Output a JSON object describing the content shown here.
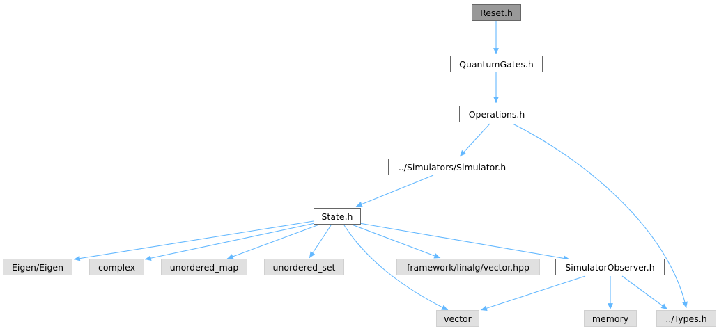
{
  "nodes": {
    "reset": "Reset.h",
    "quantum_gates": "QuantumGates.h",
    "operations": "Operations.h",
    "simulator": "../Simulators/Simulator.h",
    "state": "State.h",
    "eigen": "Eigen/Eigen",
    "complex": "complex",
    "unordered_map": "unordered_map",
    "unordered_set": "unordered_set",
    "framework_vector": "framework/linalg/vector.hpp",
    "simulator_observer": "SimulatorObserver.h",
    "vector": "vector",
    "memory": "memory",
    "types": "../Types.h"
  },
  "edges": [
    [
      "Reset.h",
      "QuantumGates.h"
    ],
    [
      "QuantumGates.h",
      "Operations.h"
    ],
    [
      "Operations.h",
      "../Simulators/Simulator.h"
    ],
    [
      "Operations.h",
      "../Types.h"
    ],
    [
      "../Simulators/Simulator.h",
      "State.h"
    ],
    [
      "State.h",
      "Eigen/Eigen"
    ],
    [
      "State.h",
      "complex"
    ],
    [
      "State.h",
      "unordered_map"
    ],
    [
      "State.h",
      "unordered_set"
    ],
    [
      "State.h",
      "framework/linalg/vector.hpp"
    ],
    [
      "State.h",
      "SimulatorObserver.h"
    ],
    [
      "State.h",
      "vector"
    ],
    [
      "SimulatorObserver.h",
      "vector"
    ],
    [
      "SimulatorObserver.h",
      "memory"
    ],
    [
      "SimulatorObserver.h",
      "../Types.h"
    ]
  ],
  "colors": {
    "edge": "#63b8ff",
    "root_fill": "#999999",
    "internal_fill": "#ffffff",
    "external_fill": "#e0e0e0"
  }
}
